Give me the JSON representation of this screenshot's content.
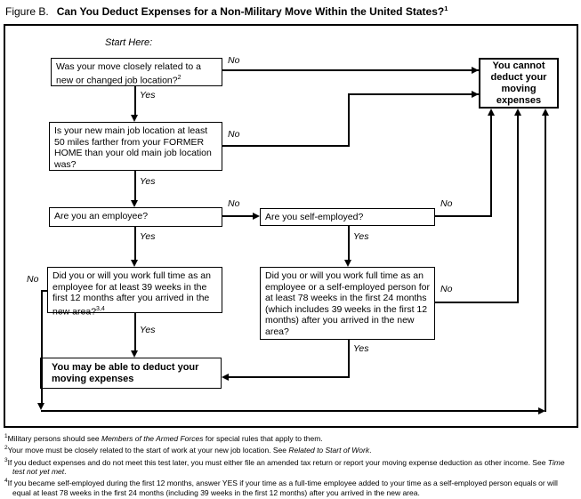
{
  "title": {
    "figure_label": "Figure B.",
    "text": "Can You Deduct Expenses for a Non-Military Move Within the United States?",
    "sup": "1"
  },
  "labels": {
    "start": "Start Here:",
    "yes": "Yes",
    "no": "No"
  },
  "boxes": {
    "q1": {
      "text": "Was your move closely related to a new or changed job location?",
      "sup": "2"
    },
    "q2": {
      "text": "Is your new main job location at least 50 miles farther from your FORMER HOME than your old main job location was?"
    },
    "q3": {
      "text": "Are you an employee?"
    },
    "q4": {
      "text": "Are you self-employed?"
    },
    "q5": {
      "text": "Did you or will you work full time as an employee for at least 39 weeks in the first 12 months after you arrived in the new area?",
      "sup": "3,4"
    },
    "q6": {
      "text": "Did you or will you work full time as an employee or a self-employed person for at least 78 weeks in the first 24 months (which includes 39 weeks in the first 12 months) after you arrived in the new area?"
    },
    "deduct": {
      "text": "You may be able to deduct your moving expenses"
    },
    "cannot": {
      "text": "You cannot deduct your moving expenses"
    }
  },
  "footnotes": [
    {
      "sup": "1",
      "pre": "Military persons should see ",
      "italic": "Members of the Armed Forces",
      "post": " for special rules that apply to them."
    },
    {
      "sup": "2",
      "pre": "Your move must be closely related to the start of work at your new job location. See ",
      "italic": "Related to Start of Work",
      "post": "."
    },
    {
      "sup": "3",
      "pre": "If you deduct expenses and do not meet this test later, you must either file an amended tax return or report your moving expense deduction as other income. See ",
      "italic": "Time test not yet met",
      "post": "."
    },
    {
      "sup": "4",
      "pre": "If you became self-employed during the first 12 months, answer YES if your time as a full-time employee added to your time as a self-employed person equals or will equal at least 78 weeks in the first 24 months (including 39 weeks in the first 12 months) after you arrived in the new area.",
      "italic": "",
      "post": ""
    }
  ],
  "colors": {
    "ink": "#000000",
    "background": "#ffffff"
  }
}
